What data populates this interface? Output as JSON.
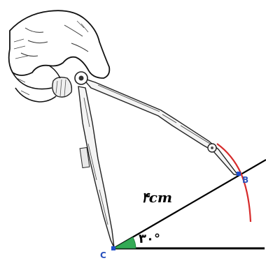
{
  "points": {
    "c": {
      "label": "C",
      "color": "#2a52be"
    },
    "b": {
      "label": "B",
      "color": "#2a52be"
    }
  },
  "segment_label": "۴cm",
  "angle_label": "۳۰°",
  "colors": {
    "arc": "#d62a2a",
    "angle_fill": "#33aa55",
    "point_marker": "#1f4fcc",
    "line": "#000000"
  },
  "icons": {
    "hand": "hand-icon",
    "compass": "compass-icon"
  }
}
